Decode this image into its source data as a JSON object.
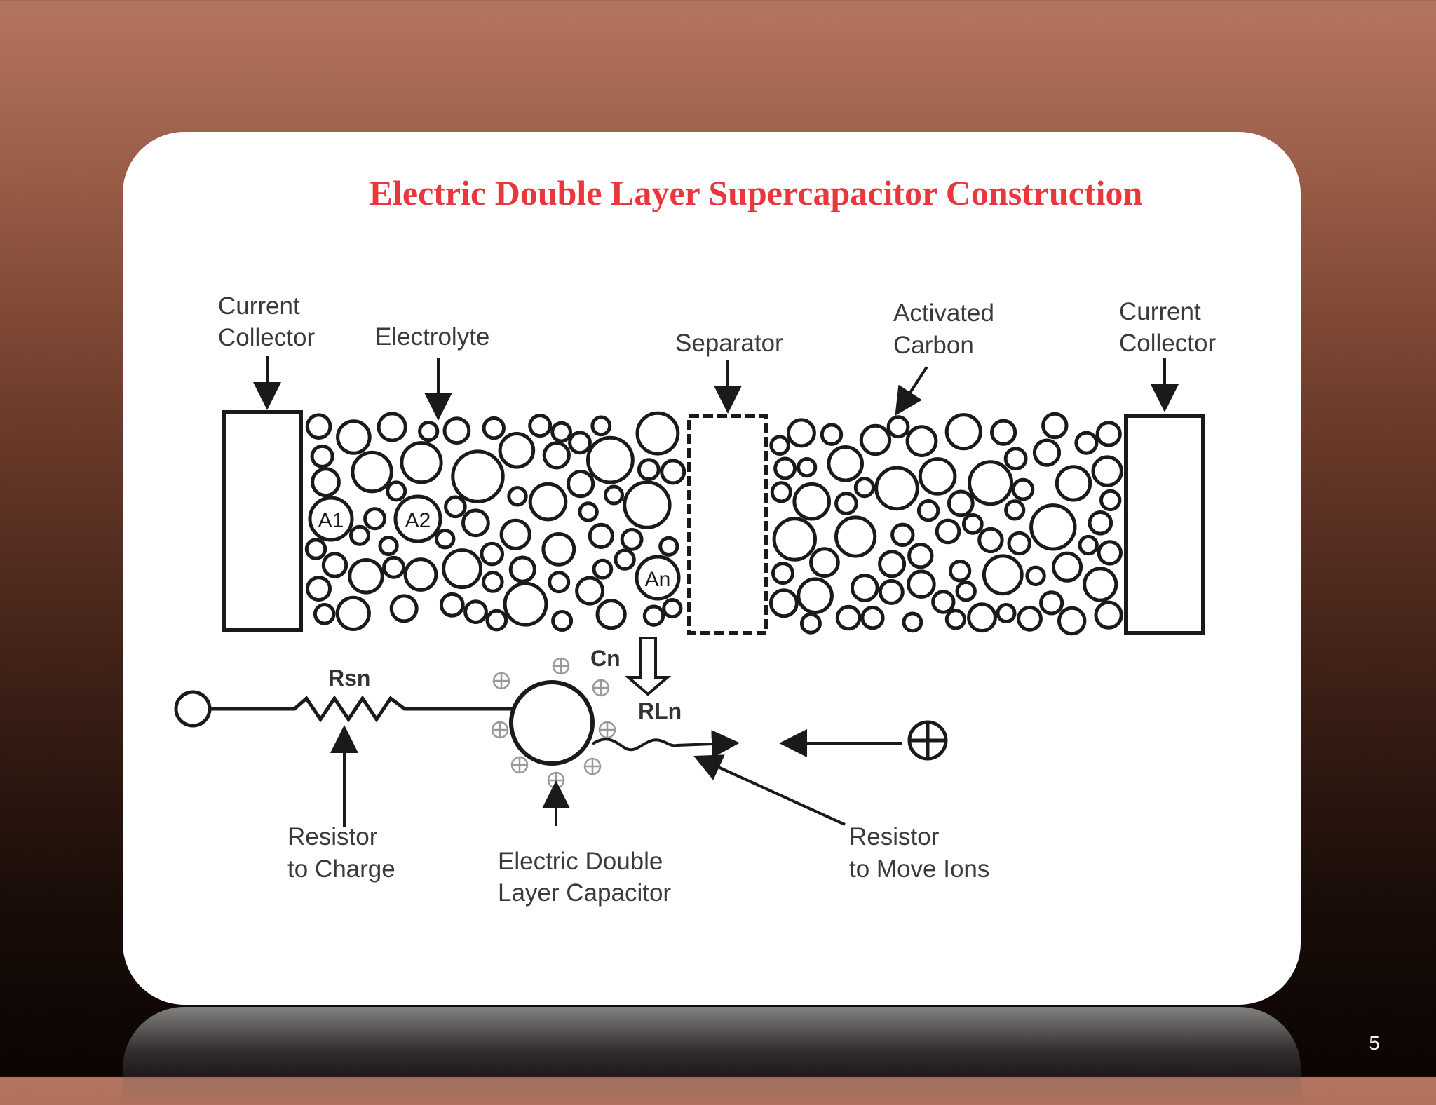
{
  "slide": {
    "number": "5"
  },
  "diagram": {
    "title": "Electric Double Layer Supercapacitor Construction",
    "labels": {
      "current_collector_left": [
        "Current",
        "Collector"
      ],
      "electrolyte": "Electrolyte",
      "separator": "Separator",
      "activated_carbon": [
        "Activated",
        "Carbon"
      ],
      "current_collector_right": [
        "Current",
        "Collector"
      ],
      "resistor_to_charge": [
        "Resistor",
        "to Charge"
      ],
      "edl_capacitor": [
        "Electric Double",
        "Layer Capacitor"
      ],
      "resistor_to_move_ions": [
        "Resistor",
        "to Move Ions"
      ]
    },
    "particle_labels": {
      "a1": "A1",
      "a2": "A2",
      "an": "An"
    },
    "circuit_labels": {
      "rsn": "Rsn",
      "cn": "Cn",
      "rln": "RLn"
    },
    "colors": {
      "title": "#e8373d",
      "stroke": "#1a1a1a",
      "label": "#3a3a3a"
    }
  }
}
